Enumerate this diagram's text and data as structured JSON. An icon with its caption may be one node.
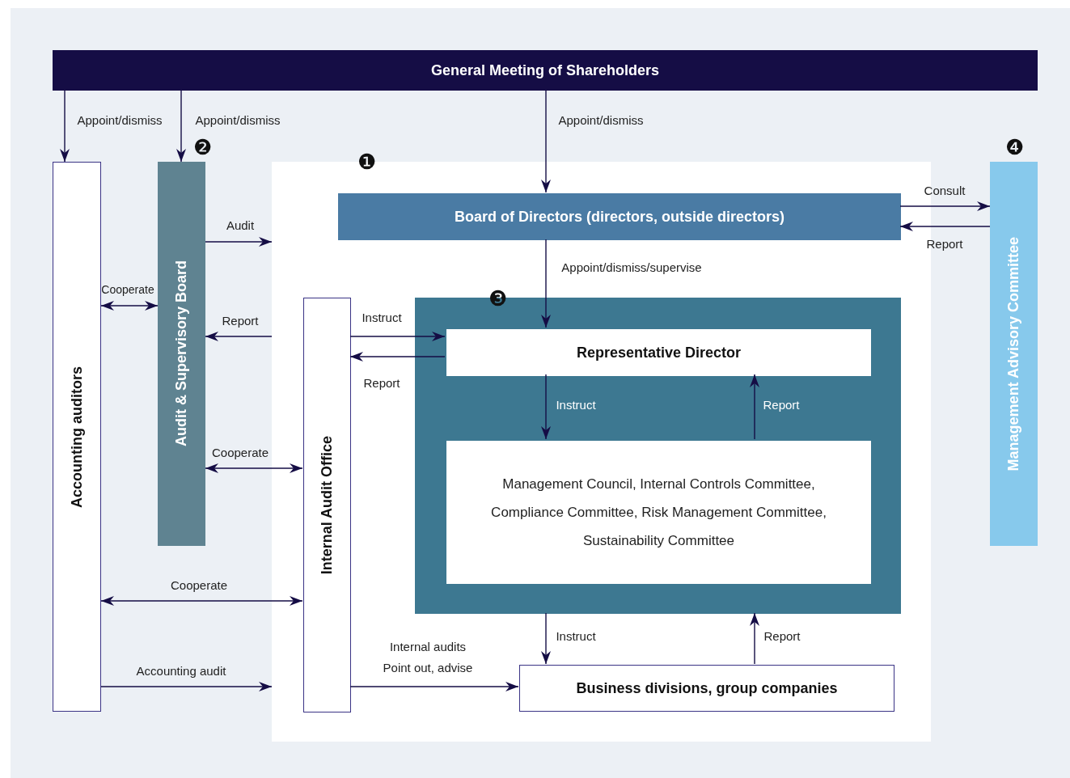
{
  "diagram": {
    "nodes": [
      {
        "text": [
          "General Meeting of Shareholders"
        ]
      },
      {
        "text": [
          "Accounting auditors"
        ]
      },
      {
        "text": [
          "Audit & Supervisory Board"
        ],
        "beside": [
          "❷"
        ]
      },
      {
        "text": [],
        "shape": "box",
        "beside": [
          "❶"
        ]
      },
      {
        "text": [
          "Board of Directors (directors, outside directors)"
        ],
        "in": 3
      },
      {
        "text": [
          "Internal Audit Office"
        ],
        "in": 3
      },
      {
        "text": [],
        "shape": "box",
        "beside": [
          "❸"
        ],
        "in": 3
      },
      {
        "text": [
          "Representative Director"
        ],
        "in": 6
      },
      {
        "text": [
          "Management Council, Internal Controls Committee, Compliance Committee, Risk Management Committee, Sustainability Committee"
        ],
        "in": 6
      },
      {
        "text": [
          "Business divisions, group companies"
        ],
        "in": 3
      },
      {
        "text": [
          "Management Advisory Committee"
        ],
        "beside": [
          "❹"
        ]
      }
    ],
    "edges": [
      {
        "from": 0,
        "to": 1,
        "arrow": "to",
        "label": "Appoint/dismiss"
      },
      {
        "from": 0,
        "to": 2,
        "arrow": "to",
        "label": "Appoint/dismiss"
      },
      {
        "from": 0,
        "to": 4,
        "arrow": "to",
        "label": "Appoint/dismiss"
      },
      {
        "from": 4,
        "to": 10,
        "arrow": "to",
        "label": "Consult"
      },
      {
        "from": 10,
        "to": 4,
        "arrow": "to",
        "label": "Report"
      },
      {
        "from": 2,
        "to": 3,
        "arrow": "to",
        "label": "Audit"
      },
      {
        "from": 3,
        "to": 2,
        "arrow": "to",
        "label": "Report"
      },
      {
        "from": 1,
        "to": 2,
        "arrow": "both",
        "label": "Cooperate"
      },
      {
        "from": 2,
        "to": 5,
        "arrow": "both",
        "label": "Cooperate"
      },
      {
        "from": 1,
        "to": 5,
        "arrow": "both",
        "label": "Cooperate"
      },
      {
        "from": 1,
        "to": 3,
        "arrow": "to",
        "label": "Accounting audit"
      },
      {
        "from": 4,
        "to": 7,
        "arrow": "to",
        "label": "Appoint/dismiss/supervise"
      },
      {
        "from": 5,
        "to": 7,
        "arrow": "to",
        "label": "Instruct"
      },
      {
        "from": 7,
        "to": 5,
        "arrow": "to",
        "label": "Report"
      },
      {
        "from": 7,
        "to": 8,
        "arrow": "to",
        "label": "Instruct"
      },
      {
        "from": 8,
        "to": 7,
        "arrow": "to",
        "label": "Report"
      },
      {
        "from": 6,
        "to": 9,
        "arrow": "to",
        "label": "Instruct"
      },
      {
        "from": 9,
        "to": 6,
        "arrow": "to",
        "label": "Report"
      },
      {
        "from": 5,
        "to": 9,
        "arrow": "to",
        "label": "Internal audits Point out, advise"
      }
    ]
  }
}
